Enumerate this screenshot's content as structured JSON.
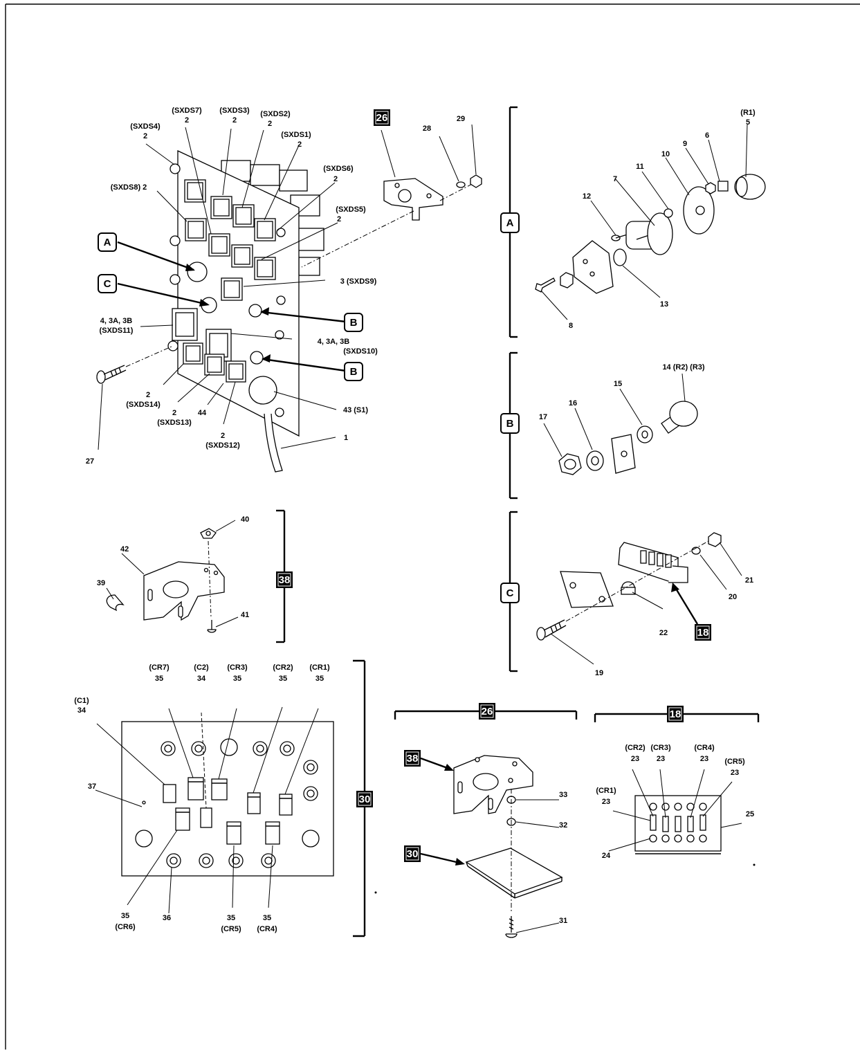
{
  "callouts": {
    "sxds4": "(SXDS4)",
    "sxds4_n": "2",
    "sxds7": "(SXDS7)",
    "sxds7_n": "2",
    "sxds3": "(SXDS3)",
    "sxds3_n": "2",
    "sxds2": "(SXDS2)",
    "sxds2_n": "2",
    "sxds1": "(SXDS1)",
    "sxds1_n": "2",
    "sxds6": "(SXDS6)",
    "sxds6_n": "2",
    "sxds5": "(SXDS5)",
    "sxds5_n": "2",
    "sxds8": "(SXDS8) 2",
    "sxds9": "3 (SXDS9)",
    "sxds11a": "4, 3A, 3B",
    "sxds11b": "(SXDS11)",
    "sxds10a": "4, 3A, 3B",
    "sxds10b": "(SXDS10)",
    "sxds14a": "2",
    "sxds14b": "(SXDS14)",
    "sxds13a": "2",
    "sxds13b": "(SXDS13)",
    "sxds12a": "2",
    "sxds12b": "(SXDS12)",
    "n44": "44",
    "s1": "43 (S1)",
    "n1": "1",
    "n27": "27",
    "n28": "28",
    "n29": "29",
    "r1a": "(R1)",
    "r1b": "5",
    "n6": "6",
    "n9": "9",
    "n10": "10",
    "n11": "11",
    "n12": "12",
    "n7": "7",
    "n13": "13",
    "n8": "8",
    "r2r3": "14 (R2) (R3)",
    "n15": "15",
    "n16": "16",
    "n17": "17",
    "n40": "40",
    "n42": "42",
    "n39": "39",
    "n41": "41",
    "n21": "21",
    "n20": "20",
    "n22": "22",
    "n19": "19",
    "c1a": "(C1)",
    "c1b": "34",
    "cr7a": "(CR7)",
    "cr7b": "35",
    "c2a": "(C2)",
    "c2b": "34",
    "cr3a": "(CR3)",
    "cr3b": "35",
    "cr2a": "(CR2)",
    "cr2b": "35",
    "cr1a": "(CR1)",
    "cr1b": "35",
    "n37": "37",
    "cr6a": "35",
    "cr6b": "(CR6)",
    "n36": "36",
    "cr5a": "35",
    "cr5b": "(CR5)",
    "cr4a": "35",
    "cr4b": "(CR4)",
    "n33": "33",
    "n32": "32",
    "n31": "31",
    "b_cr2": "(CR2)",
    "b_cr3": "(CR3)",
    "b_cr4": "(CR4)",
    "b_cr5": "(CR5)",
    "b_cr1": "(CR1)",
    "b23a": "23",
    "b23b": "23",
    "b23c": "23",
    "b23d": "23",
    "b23e": "23",
    "n24": "24",
    "n25": "25"
  },
  "tags": {
    "A1": "A",
    "C1": "C",
    "B1": "B",
    "B2": "B",
    "t26": "26",
    "vA": "A",
    "vB": "B",
    "vC": "C",
    "v38": "38",
    "v30": "30",
    "h26": "26",
    "h18": "18",
    "t18": "18",
    "t38": "38",
    "t30": "30"
  }
}
